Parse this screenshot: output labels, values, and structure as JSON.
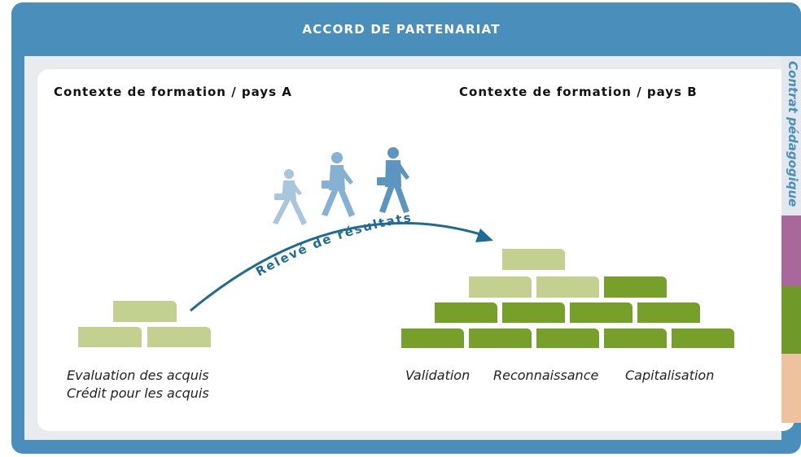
{
  "banner": {
    "title": "ACCORD DE PARTENARIAT"
  },
  "side_tab": {
    "label": "Contrat pédagogique"
  },
  "context": {
    "a": "Contexte de formation / pays A",
    "b": "Contexte de formation / pays B"
  },
  "arrow": {
    "label": "Relevé de résultats"
  },
  "left_captions": [
    "Evaluation des acquis",
    "Crédit pour les acquis"
  ],
  "right_captions": [
    "Validation",
    "Reconnaissance",
    "Capitalisation"
  ],
  "colors": {
    "frame": "#4a8fbb",
    "light_brick": "#c3d08f",
    "dark_brick": "#76a02a",
    "walker": "#5b95c0",
    "arrow": "#1f6b96",
    "tab_purple": "#a8689a",
    "tab_green": "#6f9a2a",
    "tab_peach": "#efc29f"
  }
}
